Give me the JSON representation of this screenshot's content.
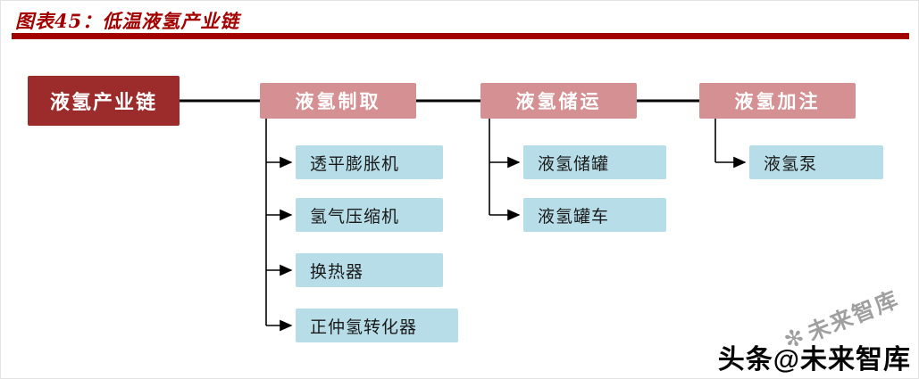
{
  "header": {
    "title": "图表45：低温液氢产业链"
  },
  "colors": {
    "title_red": "#a30000",
    "root_box": "#9c2b2b",
    "branch_box": "#d49092",
    "leaf_box": "#b7dee8",
    "connector": "#000000"
  },
  "diagram": {
    "root": {
      "label": "液氢产业链"
    },
    "branches": [
      {
        "label": "液氢制取",
        "children": [
          "透平膨胀机",
          "氢气压缩机",
          "换热器",
          "正仲氢转化器"
        ]
      },
      {
        "label": "液氢储运",
        "children": [
          "液氢储罐",
          "液氢罐车"
        ]
      },
      {
        "label": "液氢加注",
        "children": [
          "液氢泵"
        ]
      }
    ]
  },
  "watermark": {
    "logo_icon": "✻",
    "diagonal_text": "未来智库",
    "handle_text": "头条@未来智库"
  }
}
